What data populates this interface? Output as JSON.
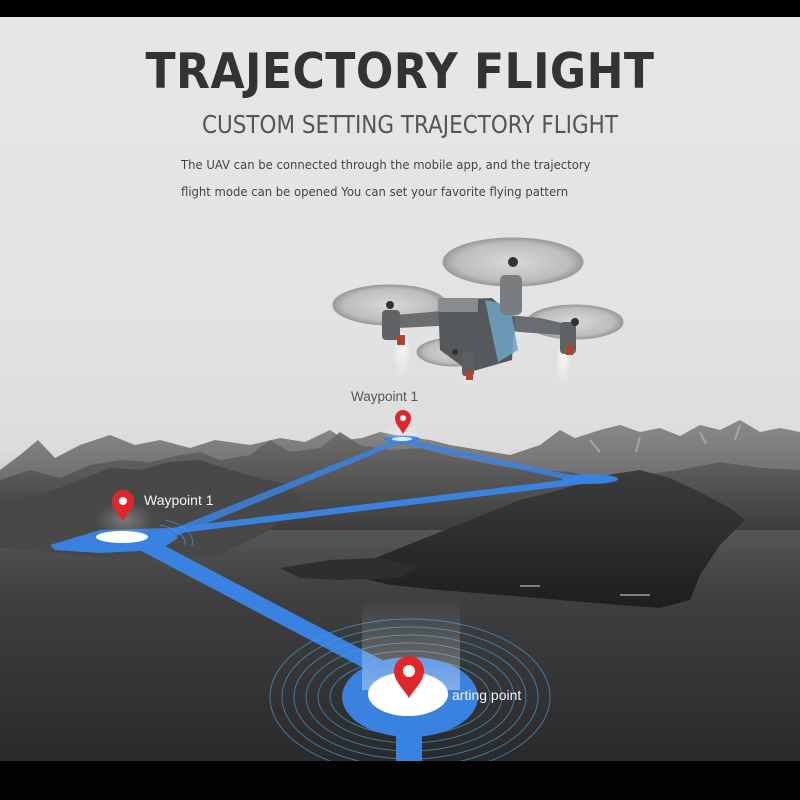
{
  "header": {
    "title": "TRAJECTORY FLIGHT",
    "subtitle": "CUSTOM SETTING TRAJECTORY FLIGHT",
    "description_lines": [
      "The UAV can be connected through the mobile app, and the trajectory",
      "flight mode can be opened You can set your favorite flying pattern"
    ]
  },
  "map": {
    "waypoints": [
      {
        "label": "Waypoint 1",
        "position": "far-mountain"
      },
      {
        "label": "Waypoint 1",
        "position": "left-cliff"
      }
    ],
    "start": {
      "label": "arting point",
      "full_label_hidden_by_pin": "Starting point"
    },
    "icons": [
      "map-pin-icon",
      "drone-icon"
    ]
  },
  "colors": {
    "path_blue": "#3a82e0",
    "pin_red": "#e0262b",
    "title_gray": "#333333",
    "sky": "#e4e4e4",
    "water": "#3a3a3a"
  }
}
